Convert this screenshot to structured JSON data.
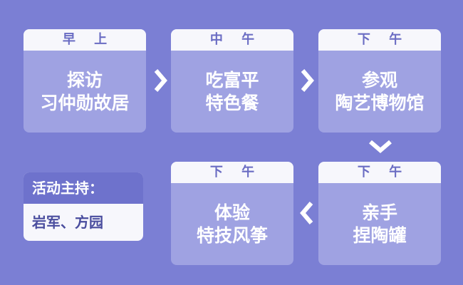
{
  "stages": [
    {
      "time": "早 上",
      "lines": [
        "探访",
        "习仲勋故居"
      ]
    },
    {
      "time": "中 午",
      "lines": [
        "吃富平",
        "特色餐"
      ]
    },
    {
      "time": "下 午",
      "lines": [
        "参观",
        "陶艺博物馆"
      ]
    },
    {
      "time": "下 午",
      "lines": [
        "亲手",
        "捏陶罐"
      ]
    },
    {
      "time": "下 午",
      "lines": [
        "体验",
        "特技风筝"
      ]
    }
  ],
  "host": {
    "label": "活动主持：",
    "names": "岩军、方园"
  },
  "colors": {
    "background": "#7b7fd4",
    "card": "#9fa2e2",
    "header": "#f7f7fc",
    "accent": "#6a6cc3"
  }
}
